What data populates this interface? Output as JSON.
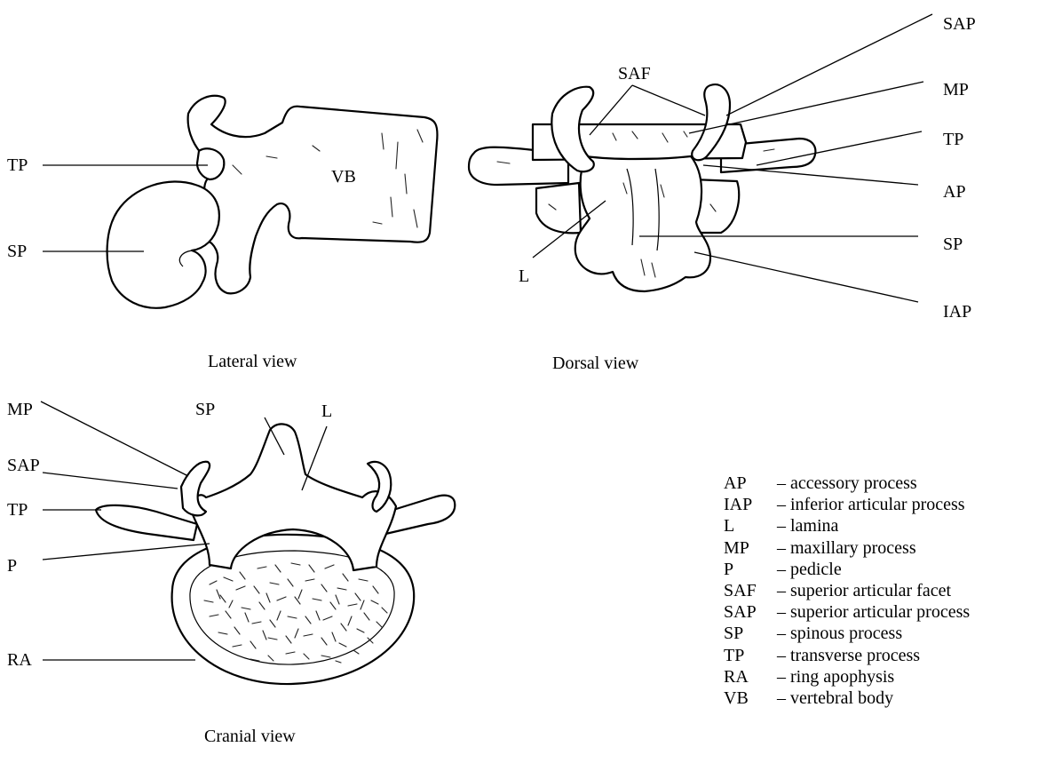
{
  "figure": {
    "lateral": {
      "caption": "Lateral view",
      "labels": {
        "tp": "TP",
        "sp": "SP",
        "vb": "VB"
      }
    },
    "dorsal": {
      "caption": "Dorsal view",
      "labels": {
        "saf": "SAF",
        "sap": "SAP",
        "mp": "MP",
        "tp": "TP",
        "ap": "AP",
        "sp": "SP",
        "iap": "IAP",
        "l": "L"
      }
    },
    "cranial": {
      "caption": "Cranial view",
      "labels": {
        "mp": "MP",
        "sap": "SAP",
        "tp": "TP",
        "p": "P",
        "ra": "RA",
        "sp": "SP",
        "l": "L"
      }
    }
  },
  "legend": [
    {
      "abbr": "AP",
      "desc": "– accessory process"
    },
    {
      "abbr": "IAP",
      "desc": "– inferior articular process"
    },
    {
      "abbr": "L",
      "desc": "– lamina"
    },
    {
      "abbr": "MP",
      "desc": "– maxillary process"
    },
    {
      "abbr": "P",
      "desc": "– pedicle"
    },
    {
      "abbr": "SAF",
      "desc": "– superior articular facet"
    },
    {
      "abbr": "SAP",
      "desc": "– superior articular process"
    },
    {
      "abbr": "SP",
      "desc": "– spinous process"
    },
    {
      "abbr": "TP",
      "desc": "– transverse process"
    },
    {
      "abbr": "RA",
      "desc": "– ring apophysis"
    },
    {
      "abbr": "VB",
      "desc": "– vertebral body"
    }
  ]
}
